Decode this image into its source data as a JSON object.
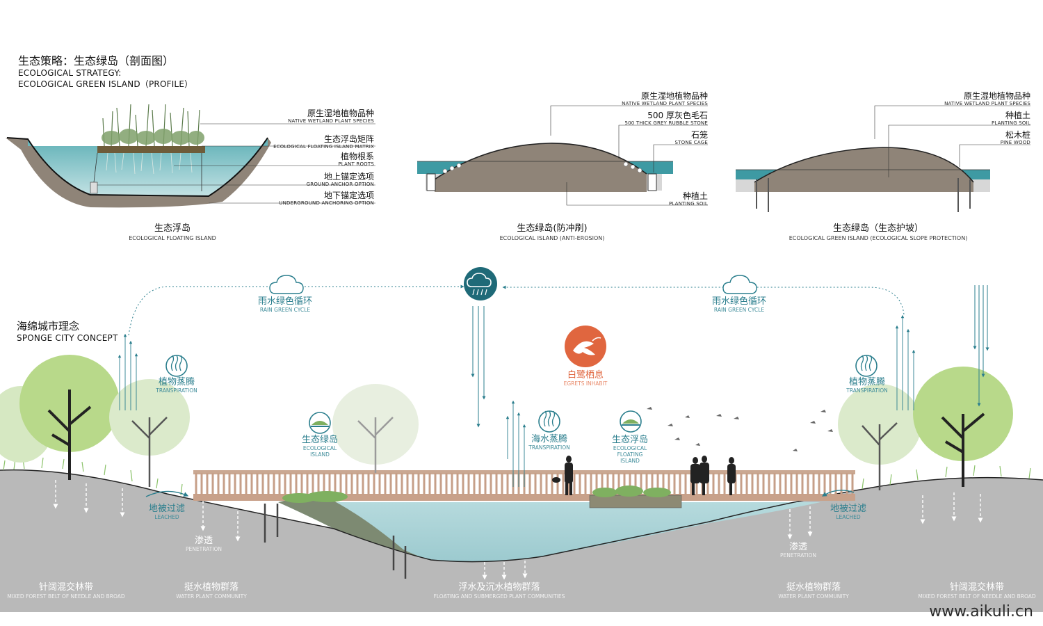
{
  "header": {
    "title_cn": "生态策略：生态绿岛（剖面图）",
    "title_en1": "ECOLOGICAL STRATEGY:",
    "title_en2": "ECOLOGICAL GREEN ISLAND（PROFILE）"
  },
  "profile1": {
    "caption_cn": "生态浮岛",
    "caption_en": "ECOLOGICAL FLOATING ISLAND",
    "callouts": [
      {
        "cn": "原生湿地植物品种",
        "en": "NATIVE WETLAND PLANT SPECIES"
      },
      {
        "cn": "生态浮岛矩阵",
        "en": "ECOLOGICAL FLOATING ISLAND MATRIX"
      },
      {
        "cn": "植物根系",
        "en": "PLANT ROOTS"
      },
      {
        "cn": "地上锚定选项",
        "en": "GROUND ANCHOR OPTION"
      },
      {
        "cn": "地下锚定选项",
        "en": "UNDERGROUND ANCHORING OPTION"
      }
    ]
  },
  "profile2": {
    "caption_cn": "生态绿岛(防冲刷)",
    "caption_en": "ECOLOGICAL ISLAND (ANTI-EROSION)",
    "callouts": [
      {
        "cn": "原生湿地植物品种",
        "en": "NATIVE WETLAND PLANT SPECIES"
      },
      {
        "cn": "500 厚灰色毛石",
        "en": "500 THICK GREY RUBBLE STONE"
      },
      {
        "cn": "石笼",
        "en": "STONE CAGE"
      },
      {
        "cn": "种植土",
        "en": "PLANTING SOIL"
      }
    ]
  },
  "profile3": {
    "caption_cn": "生态绿岛（生态护坡）",
    "caption_en": "ECOLOGICAL GREEN ISLAND (ECOLOGICAL SLOPE PROTECTION)",
    "callouts": [
      {
        "cn": "原生湿地植物品种",
        "en": "NATIVE WETLAND PLANT SPECIES"
      },
      {
        "cn": "种植土",
        "en": "PLANTING SOIL"
      },
      {
        "cn": "松木桩",
        "en": "PINE WOOD"
      }
    ]
  },
  "sponge": {
    "title_cn": "海绵城市理念",
    "title_en": "SPONGE CITY CONCEPT",
    "rain_cycle_left": {
      "cn": "雨水绿色循环",
      "en": "RAIN GREEN CYCLE"
    },
    "rain_cycle_right": {
      "cn": "雨水绿色循环",
      "en": "RAIN GREEN CYCLE"
    },
    "transpiration_left": {
      "cn": "植物蒸腾",
      "en": "TRANSPIRATION"
    },
    "transpiration_right": {
      "cn": "植物蒸腾",
      "en": "TRANSPIRATION"
    },
    "egrets": {
      "cn": "白鹭栖息",
      "en": "EGRETS INHABIT"
    },
    "eco_island": {
      "cn": "生态绿岛",
      "en1": "ECOLOGICAL",
      "en2": "ISLAND"
    },
    "sea_evap": {
      "cn": "海水蒸腾",
      "en": "TRANSPIRATION"
    },
    "eco_float": {
      "cn": "生态浮岛",
      "en1": "ECOLOGICAL",
      "en2": "FLOATING",
      "en3": "ISLAND"
    },
    "leached_left": {
      "cn": "地被过滤",
      "en": "LEACHED"
    },
    "leached_right": {
      "cn": "地被过滤",
      "en": "LEACHED"
    },
    "penetration_left": {
      "cn": "渗透",
      "en": "PENETRATION"
    },
    "penetration_right": {
      "cn": "渗透",
      "en": "PENETRATION"
    },
    "bottom_labels": [
      {
        "cn": "针阔混交林带",
        "en": "MIXED FOREST BELT OF NEEDLE AND BROAD"
      },
      {
        "cn": "挺水植物群落",
        "en": "WATER PLANT COMMUNITY"
      },
      {
        "cn": "浮水及沉水植物群落",
        "en": "FLOATING AND SUBMERGED PLANT COMMUNITIES"
      },
      {
        "cn": "挺水植物群落",
        "en": "WATER PLANT COMMUNITY"
      },
      {
        "cn": "针阔混交林带",
        "en": "MIXED FOREST BELT OF NEEDLE AND BROAD"
      }
    ]
  },
  "watermark": "www.aikuli.cn",
  "icons": {
    "rain_cloud": "rain-cloud-icon",
    "cloud": "cloud-icon",
    "transpiration": "steam-wave-icon",
    "egret": "egret-icon",
    "island": "island-icon"
  },
  "colors": {
    "teal": "#2a7e8d",
    "water": "#a9d3d8",
    "soil": "#8f8478",
    "ground": "#b8b8b8",
    "tree_green": "#b8d98a",
    "egret_orange": "#e0663f",
    "rain_circle": "#1f6a78"
  }
}
